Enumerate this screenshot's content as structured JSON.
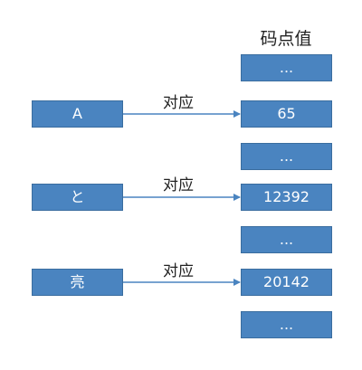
{
  "header": {
    "label": "码点值"
  },
  "characters": [
    {
      "char": "A",
      "codepoint": "65",
      "relation": "对应"
    },
    {
      "char": "と",
      "codepoint": "12392",
      "relation": "对应"
    },
    {
      "char": "亮",
      "codepoint": "20142",
      "relation": "对应"
    }
  ],
  "ellipsis": "...",
  "colors": {
    "box_fill": "#4a84c0",
    "box_border": "#3a6d9f",
    "arrow": "#4a84c0",
    "box_text": "#ffffff"
  }
}
